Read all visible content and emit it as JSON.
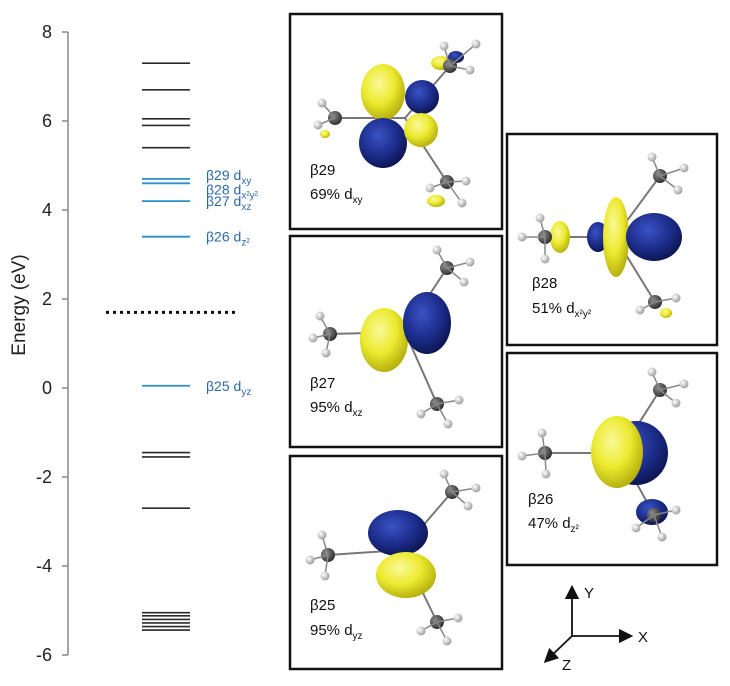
{
  "axis": {
    "title": "Energy (eV)",
    "ticks": [
      "8",
      "6",
      "4",
      "2",
      "0",
      "-2",
      "-4",
      "-6"
    ],
    "ylim": [
      -6,
      8
    ]
  },
  "colors": {
    "occupied_level": "#2a2a2a",
    "labeled_level": "#2b8fc9",
    "label_text": "#2b6aa8",
    "lobe_yellow": "#f2ef3a",
    "lobe_blue": "#1f2f8f"
  },
  "chart_data": {
    "type": "energy-level diagram",
    "ylabel": "Energy (eV)",
    "ylim": [
      -6,
      8
    ],
    "fermi_level": 1.7,
    "unlabeled_levels": [
      7.3,
      6.7,
      6.05,
      5.9,
      5.4,
      -1.45,
      -1.55,
      -2.7,
      -5.05,
      -5.12,
      -5.2,
      -5.28,
      -5.36,
      -5.44
    ],
    "labeled_levels": [
      {
        "energy": 4.7,
        "name": "β29",
        "orbital": "d",
        "sub": "xy"
      },
      {
        "energy": 4.6,
        "name": "β28",
        "orbital": "d",
        "sub": "x²y²"
      },
      {
        "energy": 4.2,
        "name": "β27",
        "orbital": "d",
        "sub": "xz"
      },
      {
        "energy": 3.4,
        "name": "β26",
        "orbital": "d",
        "sub": "z²"
      },
      {
        "energy": 0.05,
        "name": "β25",
        "orbital": "d",
        "sub": "yz"
      }
    ]
  },
  "panels": {
    "b29": {
      "name": "β29",
      "pct": "69% d",
      "sub": "xy"
    },
    "b28": {
      "name": "β28",
      "pct": "51% d",
      "sub": "x²y²"
    },
    "b27": {
      "name": "β27",
      "pct": "95% d",
      "sub": "xz"
    },
    "b26": {
      "name": "β26",
      "pct": "47% d",
      "sub": "z²"
    },
    "b25": {
      "name": "β25",
      "pct": "95% d",
      "sub": "yz"
    }
  },
  "axes_legend": {
    "y": "Y",
    "x": "X",
    "z": "Z"
  }
}
